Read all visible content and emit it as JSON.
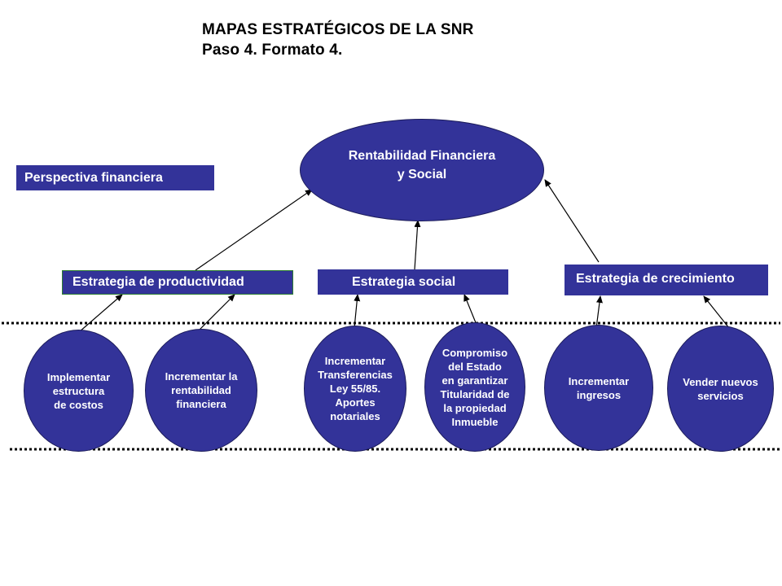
{
  "title": {
    "line1": "MAPAS ESTRATÉGICOS DE LA SNR",
    "line2": "Paso 4. Formato 4."
  },
  "perspective_label": "Perspectiva financiera",
  "goal": {
    "label": "Rentabilidad Financiera\ny Social"
  },
  "strategies": {
    "productividad": "Estrategia de productividad",
    "social": "Estrategia social",
    "crecimiento": "Estrategia de crecimiento"
  },
  "objectives": [
    {
      "label": "Implementar\nestructura\nde costos"
    },
    {
      "label": "Incrementar la\nrentabilidad\nfinanciera"
    },
    {
      "label": "Incrementar\nTransferencias\nLey 55/85.\nAportes\nnotariales"
    },
    {
      "label": "Compromiso\ndel Estado\nen garantizar\nTitularidad de\nla propiedad\nInmueble"
    },
    {
      "label": "Incrementar\ningresos"
    },
    {
      "label": "Vender nuevos\nservicios"
    }
  ],
  "colors": {
    "navy": "#333399",
    "title_text": "#000000",
    "arrow": "#000000"
  }
}
